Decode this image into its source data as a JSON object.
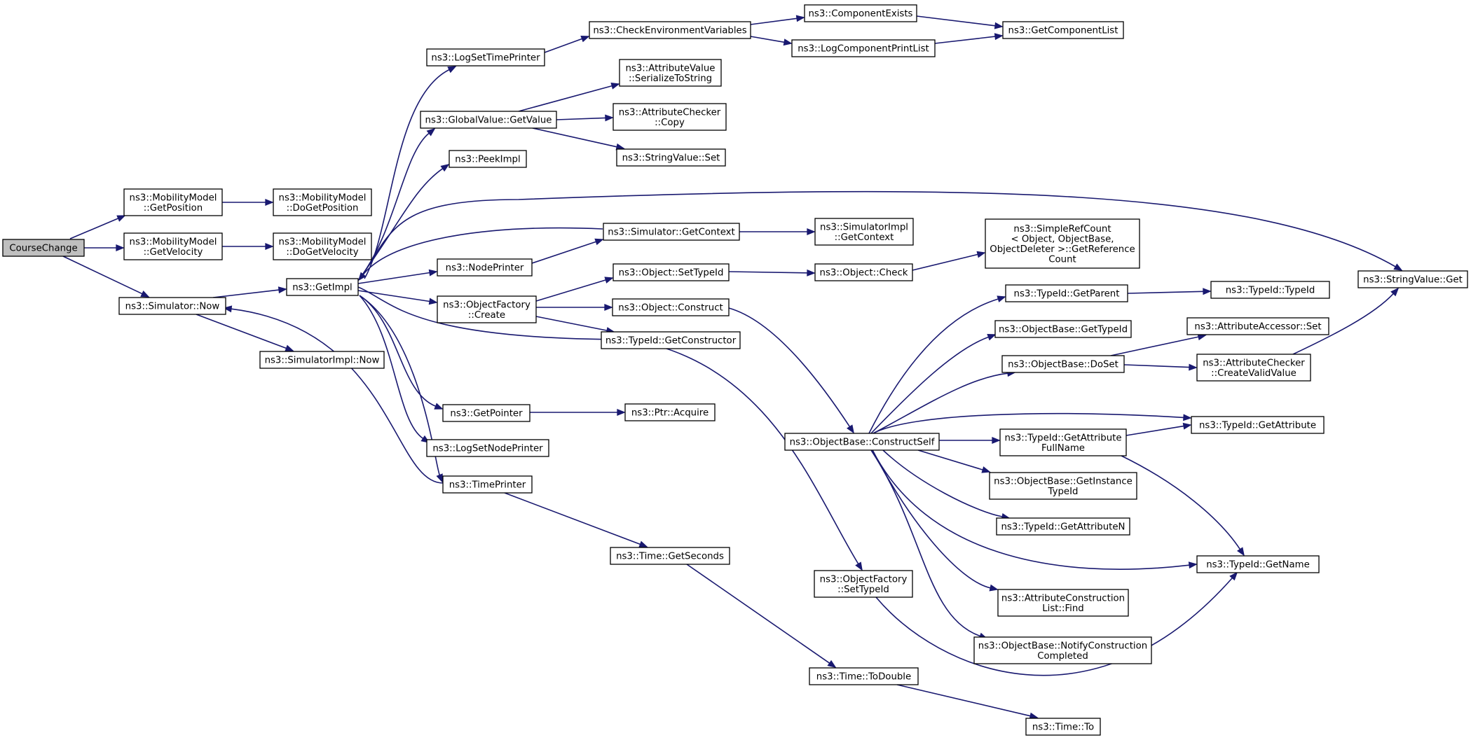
{
  "colors": {
    "edge": "#191970",
    "box_border": "#000000",
    "root_fill": "#bfbfbf",
    "node_fill": "#ffffff",
    "undocumented_border": "#ff0000"
  },
  "nodes": {
    "course_change": {
      "lines": [
        "CourseChange"
      ],
      "style": "root"
    },
    "mm_getposition": {
      "lines": [
        "ns3::MobilityModel",
        "::GetPosition"
      ]
    },
    "mm_getvelocity": {
      "lines": [
        "ns3::MobilityModel",
        "::GetVelocity"
      ]
    },
    "simulator_now": {
      "lines": [
        "ns3::Simulator::Now"
      ]
    },
    "mm_dogetposition": {
      "lines": [
        "ns3::MobilityModel",
        "::DoGetPosition"
      ]
    },
    "mm_dogetvelocity": {
      "lines": [
        "ns3::MobilityModel",
        "::DoGetVelocity"
      ]
    },
    "getimpl": {
      "lines": [
        "ns3::GetImpl"
      ]
    },
    "simulatorimpl_now": {
      "lines": [
        "ns3::SimulatorImpl::Now"
      ]
    },
    "logsettimeprinter": {
      "lines": [
        "ns3::LogSetTimePrinter"
      ]
    },
    "globalvalue_getvalue": {
      "lines": [
        "ns3::GlobalValue::GetValue"
      ]
    },
    "peekimpl": {
      "lines": [
        "ns3::PeekImpl"
      ]
    },
    "nodeprinter": {
      "lines": [
        "ns3::NodePrinter"
      ]
    },
    "objectfactory_create": {
      "lines": [
        "ns3::ObjectFactory",
        "::Create"
      ]
    },
    "getpointer": {
      "lines": [
        "ns3::GetPointer"
      ]
    },
    "logsetnodeprinter": {
      "lines": [
        "ns3::LogSetNodePrinter"
      ]
    },
    "timeprinter": {
      "lines": [
        "ns3::TimePrinter"
      ]
    },
    "checkenvvars": {
      "lines": [
        "ns3::CheckEnvironmentVariables"
      ]
    },
    "attrvalue_serialize": {
      "lines": [
        "ns3::AttributeValue",
        "::SerializeToString"
      ]
    },
    "attrchecker_copy": {
      "lines": [
        "ns3::AttributeChecker",
        "::Copy"
      ]
    },
    "stringvalue_set": {
      "lines": [
        "ns3::StringValue::Set"
      ]
    },
    "simulator_getcontext": {
      "lines": [
        "ns3::Simulator::GetContext"
      ]
    },
    "object_settypeid": {
      "lines": [
        "ns3::Object::SetTypeId"
      ]
    },
    "object_construct": {
      "lines": [
        "ns3::Object::Construct"
      ]
    },
    "typeid_getconstructor": {
      "lines": [
        "ns3::TypeId::GetConstructor"
      ]
    },
    "ptr_acquire": {
      "lines": [
        "ns3::Ptr::Acquire"
      ]
    },
    "time_getseconds": {
      "lines": [
        "ns3::Time::GetSeconds"
      ]
    },
    "componentexists": {
      "lines": [
        "ns3::ComponentExists"
      ]
    },
    "logcomponentprintlist": {
      "lines": [
        "ns3::LogComponentPrintList"
      ]
    },
    "simulatorimpl_getcontext": {
      "lines": [
        "ns3::SimulatorImpl",
        "::GetContext"
      ]
    },
    "object_check": {
      "lines": [
        "ns3::Object::Check"
      ]
    },
    "objectbase_constructself": {
      "lines": [
        "ns3::ObjectBase::ConstructSelf"
      ]
    },
    "objectfactory_settypeid": {
      "lines": [
        "ns3::ObjectFactory",
        "::SetTypeId"
      ]
    },
    "time_todouble": {
      "lines": [
        "ns3::Time::ToDouble"
      ]
    },
    "getcomponentlist": {
      "lines": [
        "ns3::GetComponentList"
      ]
    },
    "simplerefcount_getrefcount": {
      "lines": [
        "ns3::SimpleRefCount",
        "< Object, ObjectBase,",
        " ObjectDeleter >::GetReference",
        "Count"
      ]
    },
    "typeid_getparent": {
      "lines": [
        "ns3::TypeId::GetParent"
      ]
    },
    "objectbase_gettypeid": {
      "lines": [
        "ns3::ObjectBase::GetTypeId"
      ],
      "style": "undocumented"
    },
    "objectbase_doset": {
      "lines": [
        "ns3::ObjectBase::DoSet"
      ]
    },
    "typeid_getattributefullname": {
      "lines": [
        "ns3::TypeId::GetAttribute",
        "FullName"
      ]
    },
    "objectbase_getinstancetypeid": {
      "lines": [
        "ns3::ObjectBase::GetInstance",
        "TypeId"
      ]
    },
    "typeid_getattributen": {
      "lines": [
        "ns3::TypeId::GetAttributeN"
      ]
    },
    "attrconstructionlist_find": {
      "lines": [
        "ns3::AttributeConstruction",
        "List::Find"
      ]
    },
    "objectbase_notifyconstructioncompleted": {
      "lines": [
        "ns3::ObjectBase::NotifyConstruction",
        "Completed"
      ]
    },
    "time_to": {
      "lines": [
        "ns3::Time::To"
      ],
      "style": "undocumented"
    },
    "typeid_typeid": {
      "lines": [
        "ns3::TypeId::TypeId"
      ]
    },
    "attraccessor_set": {
      "lines": [
        "ns3::AttributeAccessor::Set"
      ]
    },
    "attrchecker_createvalidvalue": {
      "lines": [
        "ns3::AttributeChecker",
        "::CreateValidValue"
      ],
      "style": "undocumented"
    },
    "typeid_getattribute": {
      "lines": [
        "ns3::TypeId::GetAttribute"
      ]
    },
    "typeid_getname": {
      "lines": [
        "ns3::TypeId::GetName"
      ]
    },
    "stringvalue_get": {
      "lines": [
        "ns3::StringValue::Get"
      ]
    }
  }
}
